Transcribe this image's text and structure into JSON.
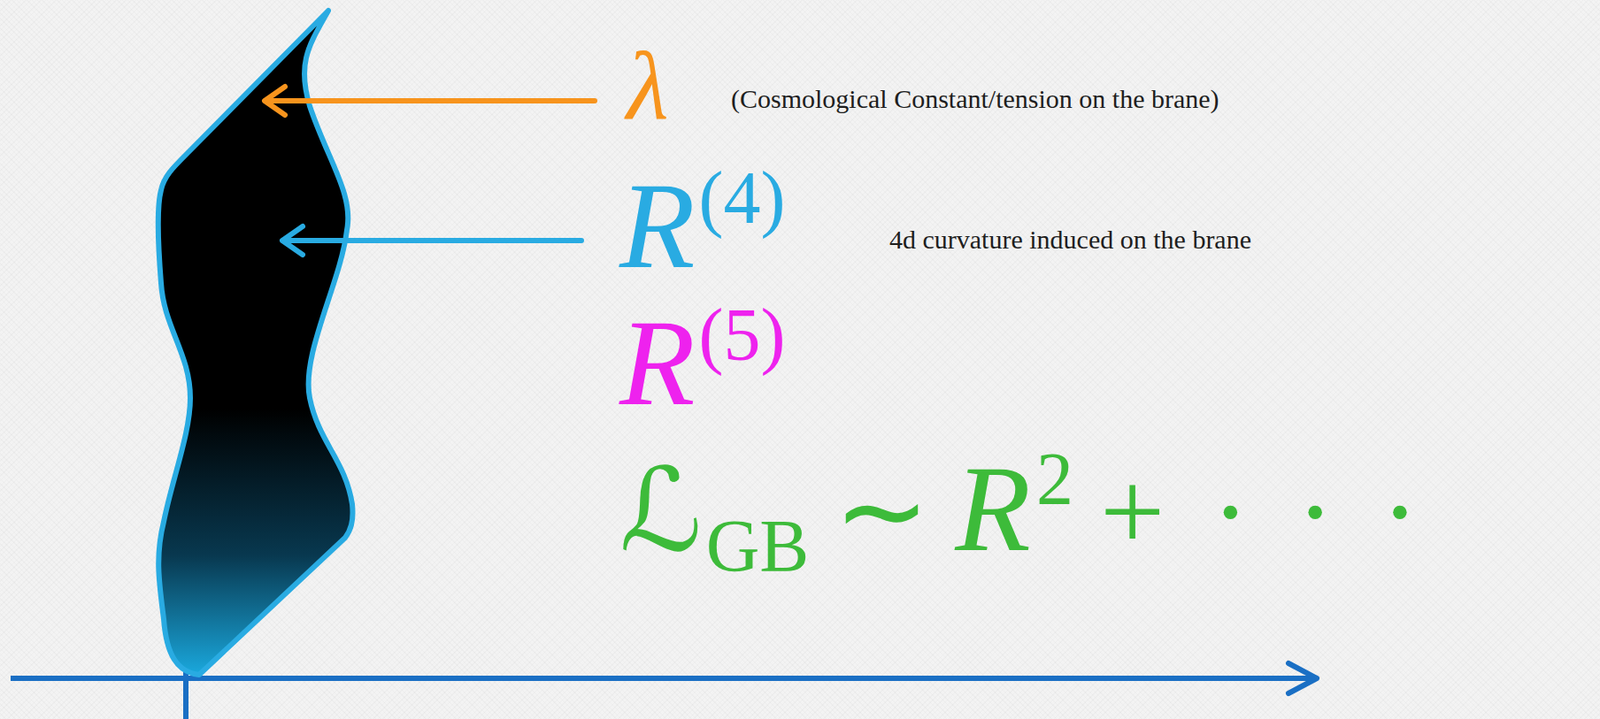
{
  "diagram": {
    "labels": [
      "λ",
      "(Cosmological Constant/tension on the brane)",
      "R",
      "(4)",
      "4d curvature induced on the brane",
      "R",
      "(5)",
      "ℒ",
      "GB",
      "∼",
      "R",
      "2",
      "+ · · ·"
    ]
  }
}
